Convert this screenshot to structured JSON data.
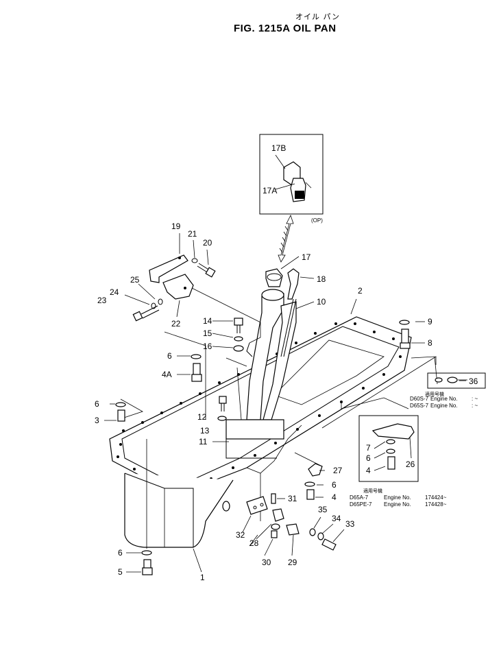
{
  "figure": {
    "title_jp": "オイル パン",
    "title": "FIG. 1215A  OIL  PAN"
  },
  "callouts": {
    "c1": "1",
    "c2": "2",
    "c4": "4",
    "c4a": "4A",
    "c4b": "4",
    "c5": "5",
    "c6a": "6",
    "c6b": "6",
    "c6c": "6",
    "c6d": "6",
    "c6e": "6",
    "c7": "7",
    "c8": "8",
    "c9": "9",
    "c10": "10",
    "c11": "11",
    "c12": "12",
    "c13": "13",
    "c14": "14",
    "c15": "15",
    "c16": "16",
    "c17": "17",
    "c17a": "17A",
    "c17b": "17B",
    "c18": "18",
    "c19": "19",
    "c20": "20",
    "c21": "21",
    "c22": "22",
    "c23": "23",
    "c24": "24",
    "c25": "25",
    "c26": "26",
    "c27": "27",
    "c28": "28",
    "c29": "29",
    "c30": "30",
    "c31": "31",
    "c32": "32",
    "c33": "33",
    "c34": "34",
    "c35": "35",
    "c36": "36",
    "c3": "3"
  },
  "inset_option": {
    "op_label": "(OP)"
  },
  "applicability": {
    "block1": {
      "header_jp": "適用号機",
      "row1_model": "D60S-7",
      "row1_label": "Engine  No.",
      "row1_value": ":  ~",
      "row2_model": "D65S-7",
      "row2_label": "Engine  No.",
      "row2_value": ":  ~"
    },
    "block2": {
      "header_jp": "適用号機",
      "row1_model": "D65A-7",
      "row1_label": "Engine  No.",
      "row1_value": "174424~",
      "row2_model": "D65PE-7",
      "row2_label": "Engine  No.",
      "row2_value": "174428~"
    }
  }
}
